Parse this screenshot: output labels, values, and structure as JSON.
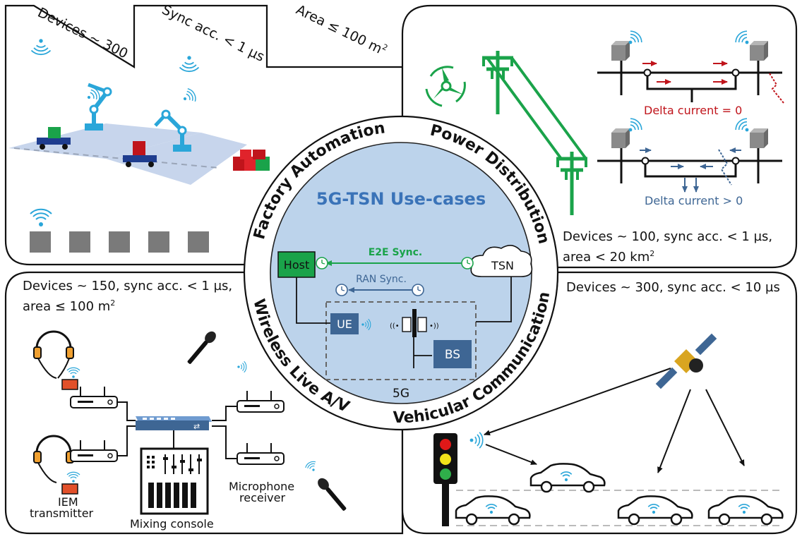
{
  "fa": {
    "tag_devices": "Devices ~ 300",
    "tag_sync": "Sync acc. < 1 µs",
    "tag_area": "Area ≤ 100 m",
    "tag_area_exp": "2"
  },
  "pd": {
    "delta_zero": "Delta current = 0",
    "delta_pos": "Delta current > 0",
    "spec_line1": "Devices ~ 100, sync acc. < 1 µs,",
    "spec_line2": "area < 20 km",
    "spec_exp": "2"
  },
  "la": {
    "spec_line1": "Devices ~ 150, sync acc. < 1 µs,",
    "spec_line2": "area ≤ 100 m",
    "spec_exp": "2",
    "iem_line1": "IEM",
    "iem_line2": "transmitter",
    "mixing": "Mixing console",
    "mic_line1": "Microphone",
    "mic_line2": "receiver"
  },
  "vc": {
    "spec": "Devices ~ 300, sync acc. < 10 µs"
  },
  "center": {
    "title": "5G-TSN Use-cases",
    "host": "Host",
    "tsn": "TSN",
    "e2e": "E2E Sync.",
    "ran": "RAN Sync.",
    "ue": "UE",
    "bs": "BS",
    "fiveg": "5G"
  },
  "ring": {
    "factory": "Factory Automation",
    "power": "Power Distribution",
    "vehicular": "Vehicular Communication",
    "wireless": "Wireless Live A/V"
  },
  "colors": {
    "green": "#1aa34a",
    "teal_blue": "#2aa6d9",
    "slate": "#3e6694",
    "red": "#c0141b",
    "gray": "#777777",
    "circle_fill": "#bcd3eb"
  }
}
